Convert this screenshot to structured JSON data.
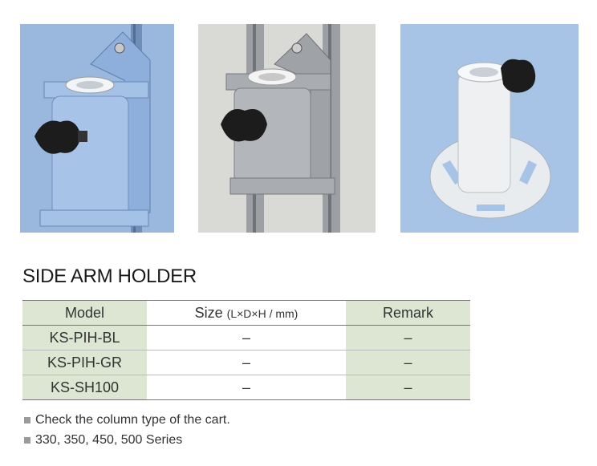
{
  "photos": [
    {
      "name": "blue-side-arm-holder",
      "bg": "#9ab7dd"
    },
    {
      "name": "gray-side-arm-holder",
      "bg": "#d9d9d6"
    },
    {
      "name": "round-plate-side-arm-holder",
      "bg": "#a7c4e6"
    }
  ],
  "title": "SIDE ARM HOLDER",
  "table": {
    "headers": {
      "model": "Model",
      "size_main": "Size",
      "size_unit": "(L×D×H / mm)",
      "remark": "Remark"
    },
    "rows": [
      {
        "model": "KS-PIH-BL",
        "size": "–",
        "remark": "–"
      },
      {
        "model": "KS-PIH-GR",
        "size": "–",
        "remark": "–"
      },
      {
        "model": "KS-SH100",
        "size": "–",
        "remark": "–"
      }
    ],
    "shade_color": "#dce6d2"
  },
  "notes": [
    "Check the column type of the cart.",
    "330, 350, 450, 500 Series"
  ]
}
